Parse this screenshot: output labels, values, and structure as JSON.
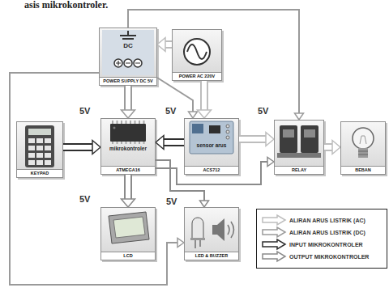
{
  "diagram": {
    "nodes": [
      {
        "text": [
          "DC",
          "POWER SUPPLY DC 5V"
        ]
      },
      {
        "text": [
          "POWER AC 220V"
        ]
      },
      {
        "text": [
          "KEYPAD"
        ]
      },
      {
        "text": [
          "mikrokontroler",
          "ATMEGA16"
        ]
      },
      {
        "text": [
          "sensor arus",
          "ACS712"
        ]
      },
      {
        "text": [
          "RELAY"
        ]
      },
      {
        "text": [
          "BEBAN"
        ]
      },
      {
        "text": [
          "LCD"
        ]
      },
      {
        "text": [
          "LED & BUZZER"
        ]
      }
    ],
    "edges": [
      {
        "from": 1,
        "to": 0,
        "arrow": "to"
      },
      {
        "from": 0,
        "to": 5,
        "arrow": "to"
      },
      {
        "from": 0,
        "to": 3,
        "arrow": "to"
      },
      {
        "from": 0,
        "to": 4,
        "arrow": "to"
      },
      {
        "from": 1,
        "to": 4,
        "arrow": "to"
      },
      {
        "from": 0,
        "to": 8,
        "arrow": "to"
      },
      {
        "from": 2,
        "to": 3,
        "arrow": "to"
      },
      {
        "from": 4,
        "to": 3,
        "arrow": "to"
      },
      {
        "from": 4,
        "to": 5,
        "arrow": "to"
      },
      {
        "from": 5,
        "to": 6,
        "arrow": "to"
      },
      {
        "from": 3,
        "to": 7,
        "arrow": "to"
      },
      {
        "from": 3,
        "to": 8,
        "arrow": "to"
      },
      {
        "from": 3,
        "to": 5,
        "arrow": "to"
      }
    ],
    "labels": [
      "asis mikrokontroler.",
      "5V",
      "5V",
      "5V",
      "5V",
      "5V"
    ],
    "legend": [
      {
        "text": "ALIRAN ARUS LISTRIK (AC)"
      },
      {
        "text": "ALIRAN ARUS LISTRIK (DC)"
      },
      {
        "text": "INPUT MIKROKONTROLER"
      },
      {
        "text": "OUTPUT MIKROKONTROLER"
      }
    ]
  }
}
